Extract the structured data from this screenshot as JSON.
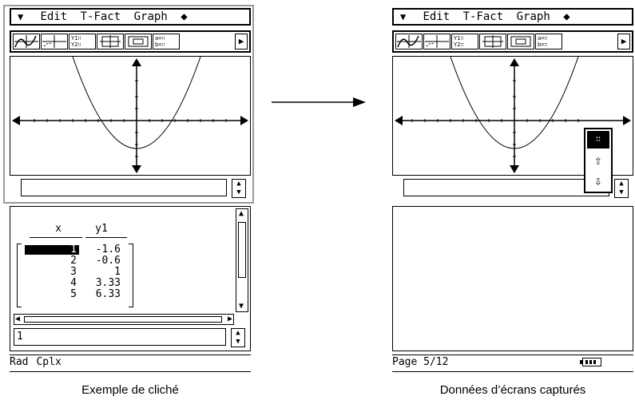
{
  "menubar": {
    "icon": "chevron-down-menu-icon",
    "items": [
      "Edit",
      "T-Fact",
      "Graph"
    ],
    "end_icon": "diamond-icon"
  },
  "toolbar": {
    "tools": [
      "graph-sketch-icon",
      "trace-icon",
      "y1-y2-list-icon",
      "zoom-box-icon",
      "zoom-auto-icon",
      "table-ab-icon"
    ],
    "labels": {
      "y_top": "Y1",
      "y_bottom": "Y2",
      "a": "a=",
      "b": "b="
    },
    "more_icon": "triangle-right-icon"
  },
  "left": {
    "entry_value": "",
    "table": {
      "headers": [
        "x",
        "y1"
      ],
      "rows": [
        {
          "x": "1",
          "y": "-1.6"
        },
        {
          "x": "2",
          "y": "-0.6"
        },
        {
          "x": "3",
          "y": "1"
        },
        {
          "x": "4",
          "y": "3.33"
        },
        {
          "x": "5",
          "y": "6.33"
        }
      ],
      "selected_row": 0
    },
    "lower_entry_value": "1",
    "status": [
      "Rad",
      "Cplx"
    ]
  },
  "right": {
    "entry_value": "",
    "status": [
      "Page 5/12"
    ],
    "battery_icon": "battery-icon",
    "popup": [
      "drag-dots-icon",
      "arrow-up-icon",
      "arrow-down-icon"
    ]
  },
  "captions": {
    "left": "Exemple de cliché",
    "right": "Données d’écrans capturés"
  }
}
